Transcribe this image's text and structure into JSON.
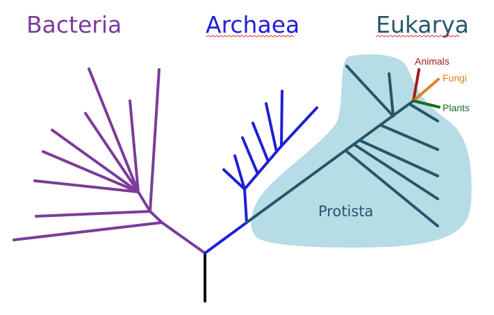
{
  "domains": {
    "bacteria": {
      "label": "Bacteria",
      "color": "#7a3c9a"
    },
    "archaea": {
      "label": "Archaea",
      "color": "#1f1fd6"
    },
    "eukarya": {
      "label": "Eukarya",
      "color": "#24566b"
    }
  },
  "eukarya_groups": {
    "animals": {
      "label": "Animals",
      "color": "#a31b1b"
    },
    "fungi": {
      "label": "Fungi",
      "color": "#e08020"
    },
    "plants": {
      "label": "Plants",
      "color": "#1e6b1e"
    },
    "protista": {
      "label": "Protista"
    }
  },
  "colors": {
    "root": "#000000",
    "protista_region": "#b6dce5",
    "spellcheck_underline": "#e03030"
  }
}
